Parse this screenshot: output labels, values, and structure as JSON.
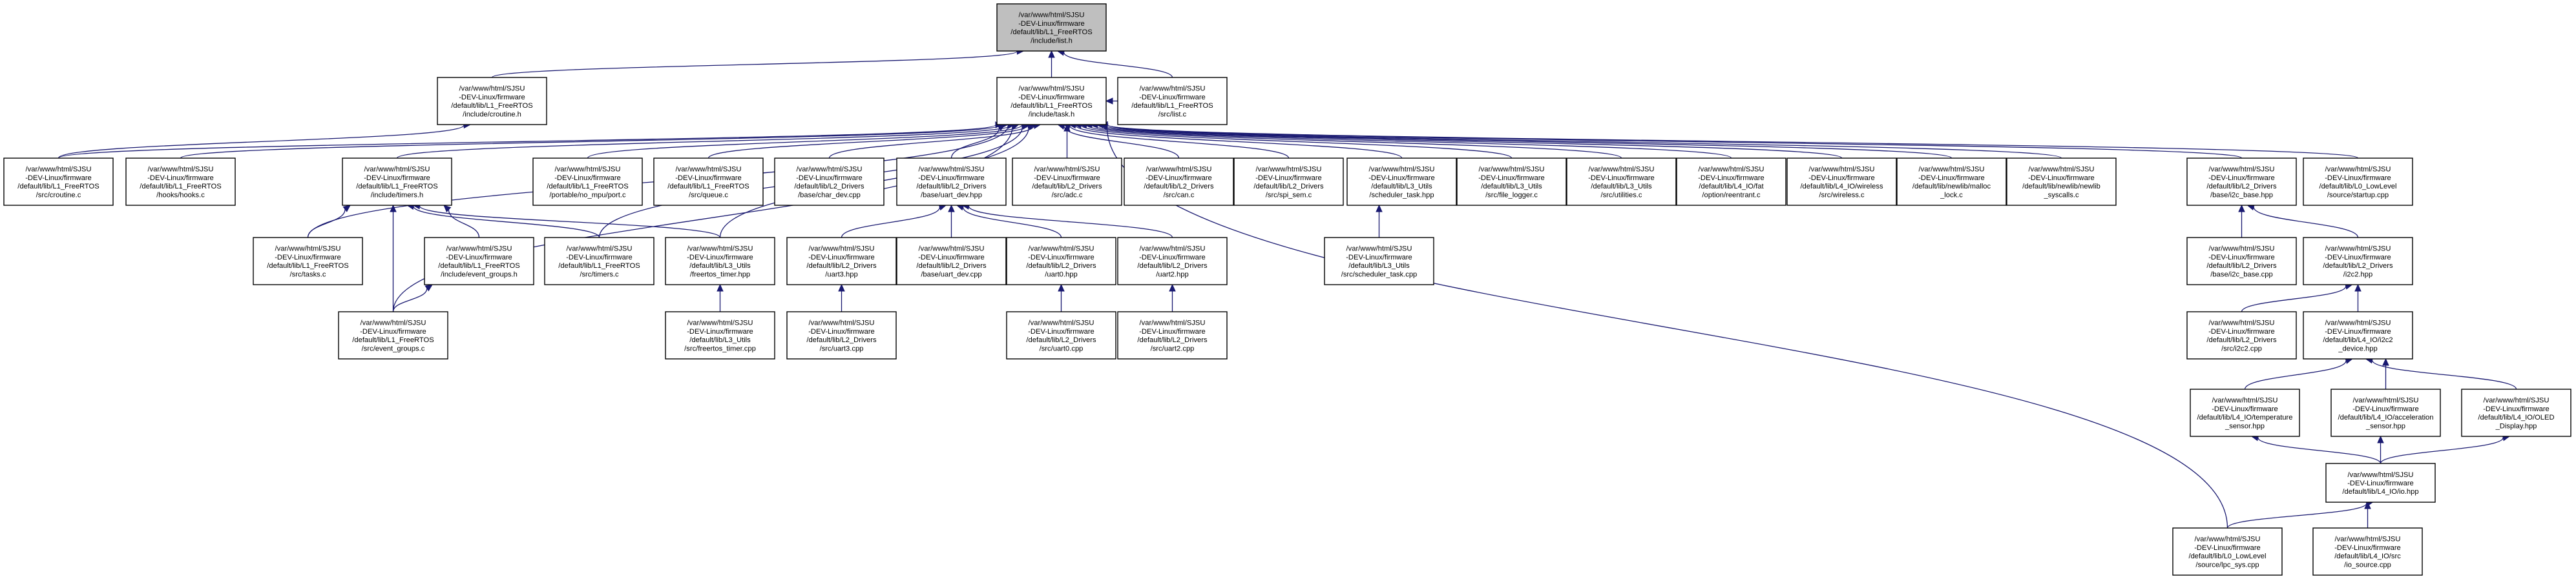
{
  "diagram": {
    "colors": {
      "edge": "#191970",
      "root_fill": "#bfbfbf",
      "node_fill": "#ffffff",
      "border": "#000000"
    },
    "nodes": [
      {
        "id": "list_h",
        "root": true,
        "lines": [
          "/var/www/html/SJSU",
          "-DEV-Linux/firmware",
          "/default/lib/L1_FreeRTOS",
          "/include/list.h"
        ]
      },
      {
        "id": "croutine_h",
        "lines": [
          "/var/www/html/SJSU",
          "-DEV-Linux/firmware",
          "/default/lib/L1_FreeRTOS",
          "/include/croutine.h"
        ]
      },
      {
        "id": "task_h",
        "lines": [
          "/var/www/html/SJSU",
          "-DEV-Linux/firmware",
          "/default/lib/L1_FreeRTOS",
          "/include/task.h"
        ]
      },
      {
        "id": "list_c",
        "lines": [
          "/var/www/html/SJSU",
          "-DEV-Linux/firmware",
          "/default/lib/L1_FreeRTOS",
          "/src/list.c"
        ]
      },
      {
        "id": "croutine_c",
        "lines": [
          "/var/www/html/SJSU",
          "-DEV-Linux/firmware",
          "/default/lib/L1_FreeRTOS",
          "/src/croutine.c"
        ]
      },
      {
        "id": "hooks_c",
        "lines": [
          "/var/www/html/SJSU",
          "-DEV-Linux/firmware",
          "/default/lib/L1_FreeRTOS",
          "/hooks/hooks.c"
        ]
      },
      {
        "id": "timers_h",
        "lines": [
          "/var/www/html/SJSU",
          "-DEV-Linux/firmware",
          "/default/lib/L1_FreeRTOS",
          "/include/timers.h"
        ]
      },
      {
        "id": "port_c",
        "lines": [
          "/var/www/html/SJSU",
          "-DEV-Linux/firmware",
          "/default/lib/L1_FreeRTOS",
          "/portable/no_mpu/port.c"
        ]
      },
      {
        "id": "queue_c",
        "lines": [
          "/var/www/html/SJSU",
          "-DEV-Linux/firmware",
          "/default/lib/L1_FreeRTOS",
          "/src/queue.c"
        ]
      },
      {
        "id": "char_dev",
        "lines": [
          "/var/www/html/SJSU",
          "-DEV-Linux/firmware",
          "/default/lib/L2_Drivers",
          "/base/char_dev.cpp"
        ]
      },
      {
        "id": "uart_dev_hpp",
        "lines": [
          "/var/www/html/SJSU",
          "-DEV-Linux/firmware",
          "/default/lib/L2_Drivers",
          "/base/uart_dev.hpp"
        ]
      },
      {
        "id": "adc_c",
        "lines": [
          "/var/www/html/SJSU",
          "-DEV-Linux/firmware",
          "/default/lib/L2_Drivers",
          "/src/adc.c"
        ]
      },
      {
        "id": "can_c",
        "lines": [
          "/var/www/html/SJSU",
          "-DEV-Linux/firmware",
          "/default/lib/L2_Drivers",
          "/src/can.c"
        ]
      },
      {
        "id": "spi_sem_c",
        "lines": [
          "/var/www/html/SJSU",
          "-DEV-Linux/firmware",
          "/default/lib/L2_Drivers",
          "/src/spi_sem.c"
        ]
      },
      {
        "id": "scheduler_task_hpp",
        "lines": [
          "/var/www/html/SJSU",
          "-DEV-Linux/firmware",
          "/default/lib/L3_Utils",
          "/scheduler_task.hpp"
        ]
      },
      {
        "id": "file_logger_c",
        "lines": [
          "/var/www/html/SJSU",
          "-DEV-Linux/firmware",
          "/default/lib/L3_Utils",
          "/src/file_logger.c"
        ]
      },
      {
        "id": "utilities_c",
        "lines": [
          "/var/www/html/SJSU",
          "-DEV-Linux/firmware",
          "/default/lib/L3_Utils",
          "/src/utilities.c"
        ]
      },
      {
        "id": "reentrant_c",
        "lines": [
          "/var/www/html/SJSU",
          "-DEV-Linux/firmware",
          "/default/lib/L4_IO/fat",
          "/option/reentrant.c"
        ]
      },
      {
        "id": "wireless_c",
        "lines": [
          "/var/www/html/SJSU",
          "-DEV-Linux/firmware",
          "/default/lib/L4_IO/wireless",
          "/src/wireless.c"
        ]
      },
      {
        "id": "malloc_lock_c",
        "lines": [
          "/var/www/html/SJSU",
          "-DEV-Linux/firmware",
          "/default/lib/newlib/malloc",
          "_lock.c"
        ]
      },
      {
        "id": "syscalls_c",
        "lines": [
          "/var/www/html/SJSU",
          "-DEV-Linux/firmware",
          "/default/lib/newlib/newlib",
          "_syscalls.c"
        ]
      },
      {
        "id": "i2c_base_hpp",
        "lines": [
          "/var/www/html/SJSU",
          "-DEV-Linux/firmware",
          "/default/lib/L2_Drivers",
          "/base/i2c_base.hpp"
        ]
      },
      {
        "id": "startup_cpp",
        "lines": [
          "/var/www/html/SJSU",
          "-DEV-Linux/firmware",
          "/default/lib/L0_LowLevel",
          "/source/startup.cpp"
        ]
      },
      {
        "id": "tasks_c",
        "lines": [
          "/var/www/html/SJSU",
          "-DEV-Linux/firmware",
          "/default/lib/L1_FreeRTOS",
          "/src/tasks.c"
        ]
      },
      {
        "id": "event_groups_h",
        "lines": [
          "/var/www/html/SJSU",
          "-DEV-Linux/firmware",
          "/default/lib/L1_FreeRTOS",
          "/include/event_groups.h"
        ]
      },
      {
        "id": "timers_c",
        "lines": [
          "/var/www/html/SJSU",
          "-DEV-Linux/firmware",
          "/default/lib/L1_FreeRTOS",
          "/src/timers.c"
        ]
      },
      {
        "id": "freertos_timer_hpp",
        "lines": [
          "/var/www/html/SJSU",
          "-DEV-Linux/firmware",
          "/default/lib/L3_Utils",
          "/freertos_timer.hpp"
        ]
      },
      {
        "id": "uart3_hpp",
        "lines": [
          "/var/www/html/SJSU",
          "-DEV-Linux/firmware",
          "/default/lib/L2_Drivers",
          "/uart3.hpp"
        ]
      },
      {
        "id": "uart_dev_cpp",
        "lines": [
          "/var/www/html/SJSU",
          "-DEV-Linux/firmware",
          "/default/lib/L2_Drivers",
          "/base/uart_dev.cpp"
        ]
      },
      {
        "id": "uart0_hpp",
        "lines": [
          "/var/www/html/SJSU",
          "-DEV-Linux/firmware",
          "/default/lib/L2_Drivers",
          "/uart0.hpp"
        ]
      },
      {
        "id": "uart2_hpp",
        "lines": [
          "/var/www/html/SJSU",
          "-DEV-Linux/firmware",
          "/default/lib/L2_Drivers",
          "/uart2.hpp"
        ]
      },
      {
        "id": "scheduler_task_cpp",
        "lines": [
          "/var/www/html/SJSU",
          "-DEV-Linux/firmware",
          "/default/lib/L3_Utils",
          "/src/scheduler_task.cpp"
        ]
      },
      {
        "id": "i2c_base_cpp",
        "lines": [
          "/var/www/html/SJSU",
          "-DEV-Linux/firmware",
          "/default/lib/L2_Drivers",
          "/base/i2c_base.cpp"
        ]
      },
      {
        "id": "i2c2_hpp",
        "lines": [
          "/var/www/html/SJSU",
          "-DEV-Linux/firmware",
          "/default/lib/L2_Drivers",
          "/i2c2.hpp"
        ]
      },
      {
        "id": "event_groups_c",
        "lines": [
          "/var/www/html/SJSU",
          "-DEV-Linux/firmware",
          "/default/lib/L1_FreeRTOS",
          "/src/event_groups.c"
        ]
      },
      {
        "id": "freertos_timer_cpp",
        "lines": [
          "/var/www/html/SJSU",
          "-DEV-Linux/firmware",
          "/default/lib/L3_Utils",
          "/src/freertos_timer.cpp"
        ]
      },
      {
        "id": "uart3_cpp",
        "lines": [
          "/var/www/html/SJSU",
          "-DEV-Linux/firmware",
          "/default/lib/L2_Drivers",
          "/src/uart3.cpp"
        ]
      },
      {
        "id": "uart0_cpp",
        "lines": [
          "/var/www/html/SJSU",
          "-DEV-Linux/firmware",
          "/default/lib/L2_Drivers",
          "/src/uart0.cpp"
        ]
      },
      {
        "id": "uart2_cpp",
        "lines": [
          "/var/www/html/SJSU",
          "-DEV-Linux/firmware",
          "/default/lib/L2_Drivers",
          "/src/uart2.cpp"
        ]
      },
      {
        "id": "i2c2_cpp",
        "lines": [
          "/var/www/html/SJSU",
          "-DEV-Linux/firmware",
          "/default/lib/L2_Drivers",
          "/src/i2c2.cpp"
        ]
      },
      {
        "id": "i2c2_device_hpp",
        "lines": [
          "/var/www/html/SJSU",
          "-DEV-Linux/firmware",
          "/default/lib/L4_IO/i2c2",
          "_device.hpp"
        ]
      },
      {
        "id": "temperature_sensor_hpp",
        "lines": [
          "/var/www/html/SJSU",
          "-DEV-Linux/firmware",
          "/default/lib/L4_IO/temperature",
          "_sensor.hpp"
        ]
      },
      {
        "id": "acceleration_sensor_hpp",
        "lines": [
          "/var/www/html/SJSU",
          "-DEV-Linux/firmware",
          "/default/lib/L4_IO/acceleration",
          "_sensor.hpp"
        ]
      },
      {
        "id": "oled_display_hpp",
        "lines": [
          "/var/www/html/SJSU",
          "-DEV-Linux/firmware",
          "/default/lib/L4_IO/OLED",
          "_Display.hpp"
        ]
      },
      {
        "id": "io_hpp",
        "lines": [
          "/var/www/html/SJSU",
          "-DEV-Linux/firmware",
          "/default/lib/L4_IO/io.hpp"
        ]
      },
      {
        "id": "lpc_sys_cpp",
        "lines": [
          "/var/www/html/SJSU",
          "-DEV-Linux/firmware",
          "/default/lib/L0_LowLevel",
          "/source/lpc_sys.cpp"
        ]
      },
      {
        "id": "io_source_cpp",
        "lines": [
          "/var/www/html/SJSU",
          "-DEV-Linux/firmware",
          "/default/lib/L4_IO/src",
          "/io_source.cpp"
        ]
      }
    ],
    "edges": [
      [
        "croutine_h",
        "list_h"
      ],
      [
        "task_h",
        "list_h"
      ],
      [
        "list_c",
        "list_h"
      ],
      [
        "croutine_c",
        "croutine_h"
      ],
      [
        "croutine_c",
        "task_h"
      ],
      [
        "hooks_c",
        "task_h"
      ],
      [
        "timers_h",
        "task_h"
      ],
      [
        "port_c",
        "task_h"
      ],
      [
        "queue_c",
        "task_h"
      ],
      [
        "char_dev",
        "task_h"
      ],
      [
        "uart_dev_hpp",
        "task_h"
      ],
      [
        "adc_c",
        "task_h"
      ],
      [
        "can_c",
        "task_h"
      ],
      [
        "spi_sem_c",
        "task_h"
      ],
      [
        "scheduler_task_hpp",
        "task_h"
      ],
      [
        "file_logger_c",
        "task_h"
      ],
      [
        "utilities_c",
        "task_h"
      ],
      [
        "reentrant_c",
        "task_h"
      ],
      [
        "wireless_c",
        "task_h"
      ],
      [
        "malloc_lock_c",
        "task_h"
      ],
      [
        "syscalls_c",
        "task_h"
      ],
      [
        "i2c_base_hpp",
        "task_h"
      ],
      [
        "startup_cpp",
        "task_h"
      ],
      [
        "tasks_c",
        "task_h"
      ],
      [
        "timers_c",
        "task_h"
      ],
      [
        "freertos_timer_hpp",
        "task_h"
      ],
      [
        "event_groups_c",
        "task_h"
      ],
      [
        "lpc_sys_cpp",
        "task_h"
      ],
      [
        "list_c",
        "task_h"
      ],
      [
        "tasks_c",
        "timers_h"
      ],
      [
        "event_groups_h",
        "timers_h"
      ],
      [
        "timers_c",
        "timers_h"
      ],
      [
        "freertos_timer_hpp",
        "timers_h"
      ],
      [
        "event_groups_c",
        "timers_h"
      ],
      [
        "event_groups_c",
        "event_groups_h"
      ],
      [
        "freertos_timer_cpp",
        "freertos_timer_hpp"
      ],
      [
        "uart3_hpp",
        "uart_dev_hpp"
      ],
      [
        "uart_dev_cpp",
        "uart_dev_hpp"
      ],
      [
        "uart0_hpp",
        "uart_dev_hpp"
      ],
      [
        "uart2_hpp",
        "uart_dev_hpp"
      ],
      [
        "uart3_cpp",
        "uart3_hpp"
      ],
      [
        "uart0_cpp",
        "uart0_hpp"
      ],
      [
        "uart2_cpp",
        "uart2_hpp"
      ],
      [
        "scheduler_task_cpp",
        "scheduler_task_hpp"
      ],
      [
        "i2c_base_cpp",
        "i2c_base_hpp"
      ],
      [
        "i2c2_hpp",
        "i2c_base_hpp"
      ],
      [
        "i2c2_cpp",
        "i2c2_hpp"
      ],
      [
        "i2c2_device_hpp",
        "i2c2_hpp"
      ],
      [
        "temperature_sensor_hpp",
        "i2c2_device_hpp"
      ],
      [
        "acceleration_sensor_hpp",
        "i2c2_device_hpp"
      ],
      [
        "oled_display_hpp",
        "i2c2_device_hpp"
      ],
      [
        "io_hpp",
        "temperature_sensor_hpp"
      ],
      [
        "io_hpp",
        "acceleration_sensor_hpp"
      ],
      [
        "io_hpp",
        "oled_display_hpp"
      ],
      [
        "lpc_sys_cpp",
        "io_hpp"
      ],
      [
        "io_source_cpp",
        "io_hpp"
      ]
    ]
  }
}
